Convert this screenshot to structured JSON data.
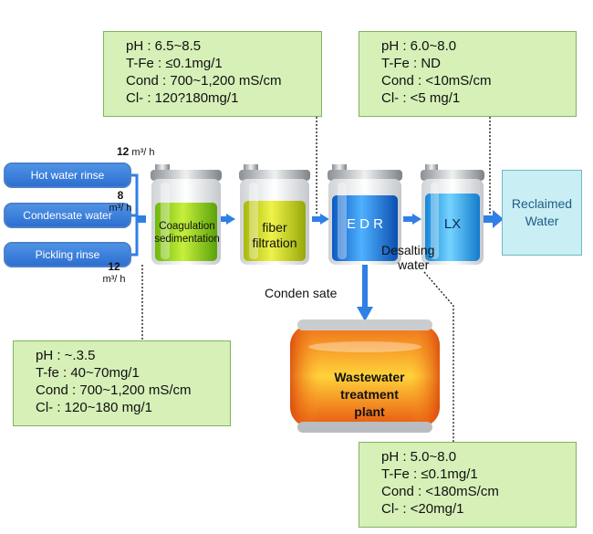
{
  "sources": [
    {
      "label": "Hot water rinse",
      "flow_value": "12",
      "flow_unit": "m³/ h"
    },
    {
      "label": "Condensate water",
      "flow_value": "8",
      "flow_unit": "m³/ h"
    },
    {
      "label": "Pickling rinse",
      "flow_value": "12",
      "flow_unit": "m³/ h"
    }
  ],
  "tanks": [
    {
      "label_line1": "Coagulation",
      "label_line2": "sedimentation",
      "color": "#9ad11a"
    },
    {
      "label_line1": "fiber",
      "label_line2": "filtration",
      "color": "#c7d80f"
    },
    {
      "label_line1": "E D R",
      "label_line2": "",
      "color": "#1e7fe0"
    },
    {
      "label_line1": "LX",
      "label_line2": "",
      "color": "#29a8ee"
    }
  ],
  "reclaimed": {
    "line1": "Reclaimed",
    "line2": "Water"
  },
  "desalting": {
    "line1": "Desalting",
    "line2": "water"
  },
  "condensate_label": "Conden sate",
  "plant": {
    "line1": "Wastewater",
    "line2": "treatment",
    "line3": "plant"
  },
  "notes": {
    "after_filtration": [
      "pH : 6.5~8.5",
      "T-Fe : ≤0.1mg/1",
      "Cond : 700~1,200 mS/cm",
      "Cl- : 120?180mg/1"
    ],
    "after_lx": [
      "pH : 6.0~8.0",
      "T-Fe : ND",
      "Cond : <10mS/cm",
      "Cl- : <5 mg/1"
    ],
    "raw_water": [
      "pH : ~.3.5",
      "T-fe : 40~70mg/1",
      "Cond : 700~1,200 mS/cm",
      "Cl- : 120~180 mg/1"
    ],
    "desalting_water": [
      "pH : 5.0~8.0",
      "T-Fe : ≤0.1mg/1",
      "Cond : <180mS/cm",
      "Cl- : <20mg/1"
    ]
  },
  "colors": {
    "arrow": "#2f7fe6",
    "source_box": "#3f86dd",
    "note_bg": "#d6f0b8",
    "plant": "#f26a12"
  }
}
